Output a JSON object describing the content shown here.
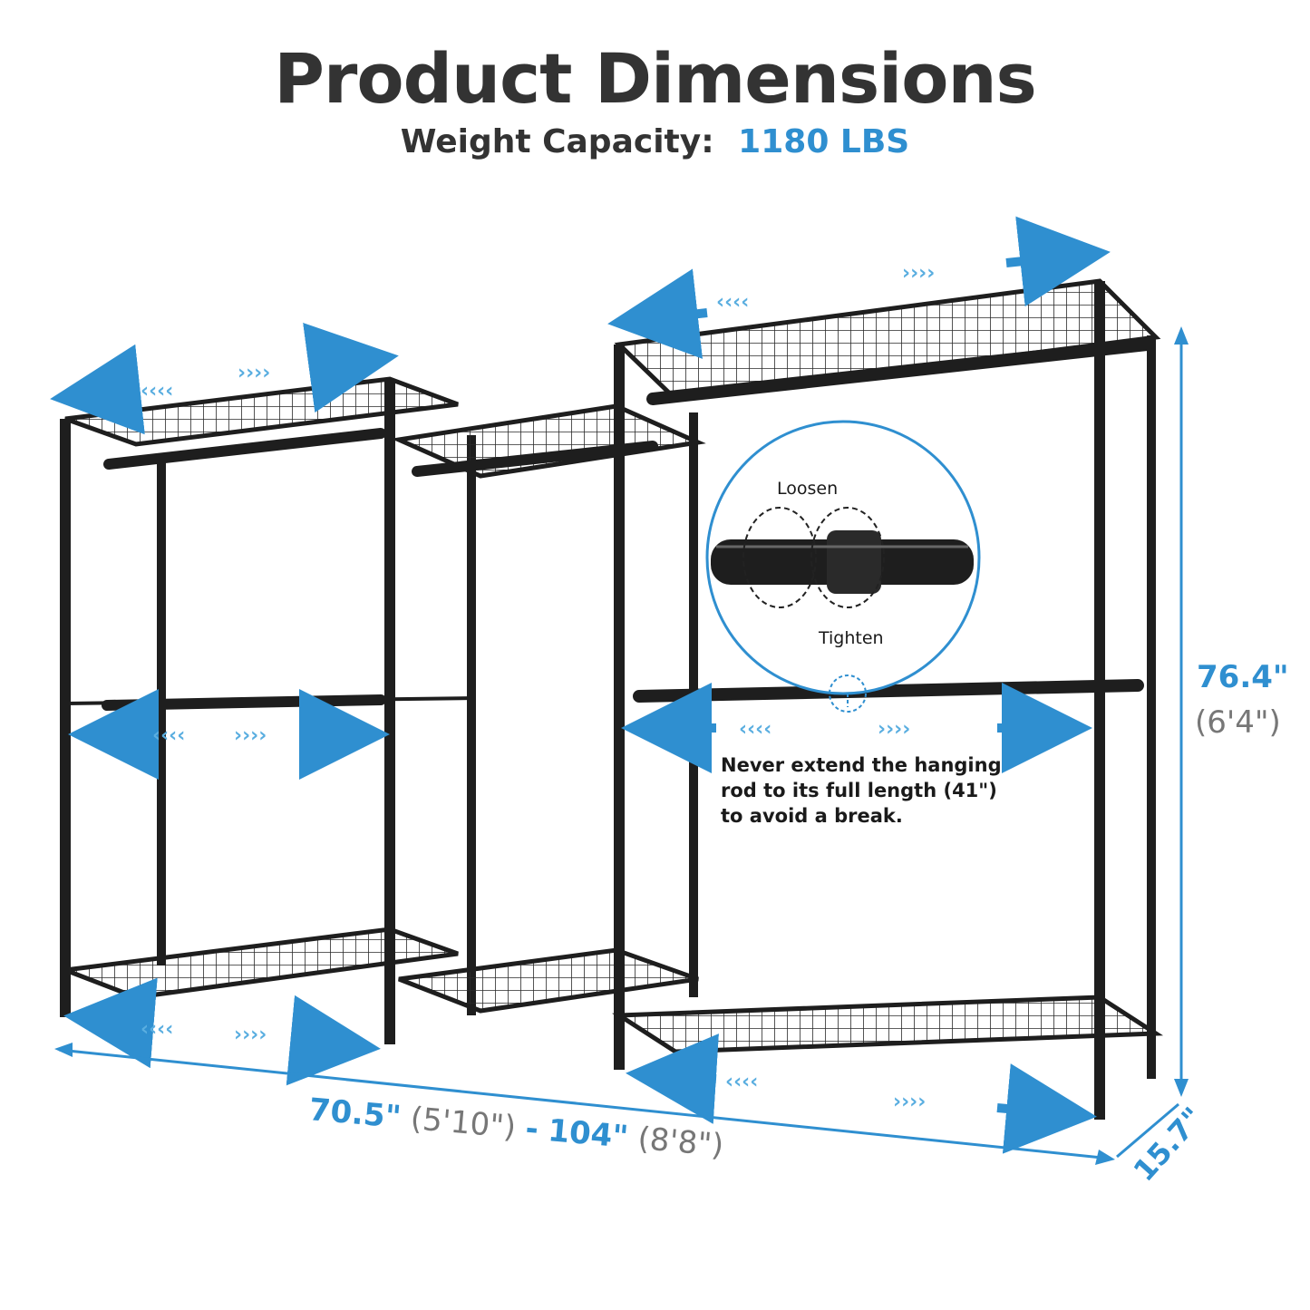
{
  "header": {
    "title": "Product Dimensions",
    "capacity_label": "Weight Capacity:",
    "capacity_value": "1180 LBS"
  },
  "callout": {
    "loosen": "Loosen",
    "tighten": "Tighten"
  },
  "note": {
    "line1": "Never extend the hanging",
    "line2": "rod to its full length (41\")",
    "line3": "to avoid a break."
  },
  "dimensions": {
    "height_in": "76.4\"",
    "height_ft": "(6'4\")",
    "width_min_in": "70.5\"",
    "width_min_ft": "(5'10\")",
    "width_sep": "-",
    "width_max_in": "104\"",
    "width_max_ft": "(8'8\")",
    "depth_in": "15.7\""
  },
  "colors": {
    "accent": "#2f8fd0",
    "frame": "#1e1e1e",
    "text": "#333333"
  }
}
